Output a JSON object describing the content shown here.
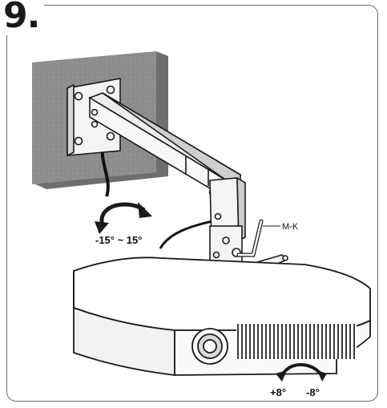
{
  "step": {
    "number": "9."
  },
  "labels": {
    "wall_rotation": "-15° ~ 15°",
    "tilt_plus": "+8°",
    "tilt_minus": "-8°",
    "tool": "M-K"
  },
  "colors": {
    "wall": "#8f8f8f",
    "outline": "#1a1a1a",
    "metal": "#f2f2f2",
    "shade": "#cfcfcf"
  },
  "icons": [
    "hex-key-icon",
    "rotation-arrow-icon",
    "tilt-arrow-icon"
  ]
}
